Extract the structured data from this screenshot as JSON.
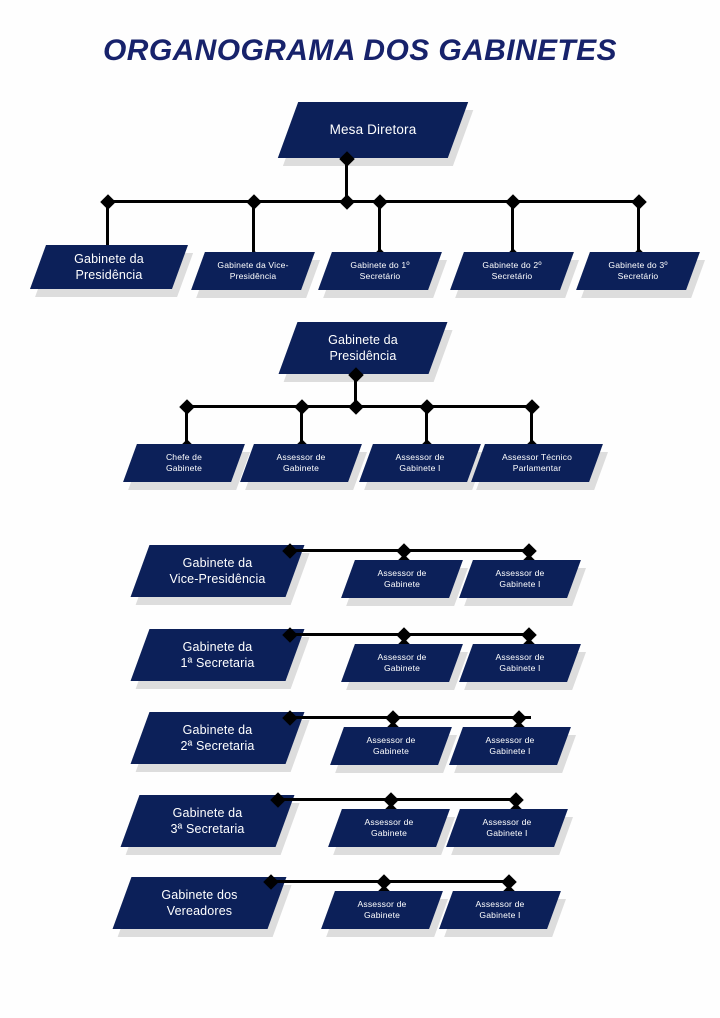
{
  "title": "ORGANOGRAMA DOS GABINETES",
  "colors": {
    "title": "#17226B",
    "node_fill": "#0C2059",
    "node_text": "#FFFFFF",
    "shadow": "#DDDDDD",
    "connector": "#000000",
    "background": "#FFFFFF"
  },
  "chart_data": {
    "type": "diagram",
    "title": "ORGANOGRAMA DOS GABINETES",
    "orientation": "top-down hierarchy with horizontal sub-branches",
    "sections": [
      {
        "id": "mesa-diretora",
        "root": "Mesa Diretora",
        "children": [
          "Gabinete da Presidência",
          "Gabinete da Vice-Presidência",
          "Gabinete do 1º Secretário",
          "Gabinete do 2º Secretário",
          "Gabinete do 3º Secretário"
        ]
      },
      {
        "id": "presidencia",
        "root": "Gabinete da Presidência",
        "children": [
          "Chefe de Gabinete",
          "Assessor de Gabinete",
          "Assessor de Gabinete I",
          "Assessor Técnico Parlamentar"
        ]
      },
      {
        "id": "vice-presidencia",
        "root": "Gabinete da Vice-Presidência",
        "children": [
          "Assessor de Gabinete",
          "Assessor de Gabinete I"
        ]
      },
      {
        "id": "primeira-secretaria",
        "root": "Gabinete da 1ª Secretaria",
        "children": [
          "Assessor de Gabinete",
          "Assessor de Gabinete I"
        ]
      },
      {
        "id": "segunda-secretaria",
        "root": "Gabinete da 2ª Secretaria",
        "children": [
          "Assessor de Gabinete",
          "Assessor de Gabinete I"
        ]
      },
      {
        "id": "terceira-secretaria",
        "root": "Gabinete da 3ª Secretaria",
        "children": [
          "Assessor de Gabinete",
          "Assessor de Gabinete I"
        ]
      },
      {
        "id": "vereadores",
        "root": "Gabinete dos Vereadores",
        "children": [
          "Assessor de Gabinete",
          "Assessor de Gabinete I"
        ]
      }
    ]
  },
  "nodes": {
    "mesa_diretora": "Mesa Diretora",
    "row2": {
      "presidencia": "Gabinete da\nPresidência",
      "vice_presidencia": "Gabinete da Vice-\nPresidência",
      "primeiro_secretario": "Gabinete do 1º\nSecretário",
      "segundo_secretario": "Gabinete do 2º\nSecretário",
      "terceiro_secretario": "Gabinete do 3º\nSecretário"
    },
    "presidencia_block": {
      "root": "Gabinete da\nPresidência",
      "chefe_gabinete": "Chefe de\nGabinete",
      "assessor_gabinete": "Assessor de\nGabinete",
      "assessor_gabinete_i": "Assessor de\nGabinete I",
      "assessor_tecnico": "Assessor Técnico\nParlamentar"
    },
    "vice_block": {
      "root": "Gabinete da\nVice-Presidência",
      "assessor_gabinete": "Assessor de\nGabinete",
      "assessor_gabinete_i": "Assessor de\nGabinete I"
    },
    "sec1_block": {
      "root": "Gabinete da\n1ª Secretaria",
      "assessor_gabinete": "Assessor de\nGabinete",
      "assessor_gabinete_i": "Assessor de\nGabinete I"
    },
    "sec2_block": {
      "root": "Gabinete da\n2ª Secretaria",
      "assessor_gabinete": "Assessor de\nGabinete",
      "assessor_gabinete_i": "Assessor de\nGabinete I"
    },
    "sec3_block": {
      "root": "Gabinete da\n3ª Secretaria",
      "assessor_gabinete": "Assessor de\nGabinete",
      "assessor_gabinete_i": "Assessor de\nGabinete I"
    },
    "vereadores_block": {
      "root": "Gabinete dos\nVereadores",
      "assessor_gabinete": "Assessor de\nGabinete",
      "assessor_gabinete_i": "Assessor de\nGabinete I"
    }
  }
}
